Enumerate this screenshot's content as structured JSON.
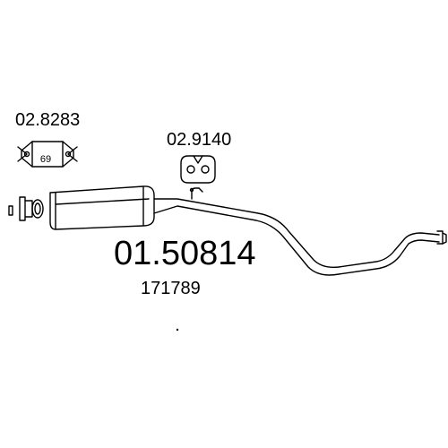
{
  "diagram": {
    "main_part_number": "01.50814",
    "alt_part_number": "171789",
    "parts": [
      {
        "number": "02.8283",
        "size_label": "69"
      },
      {
        "number": "02.9140"
      }
    ],
    "stroke_color": "#000000",
    "background_color": "#ffffff"
  }
}
